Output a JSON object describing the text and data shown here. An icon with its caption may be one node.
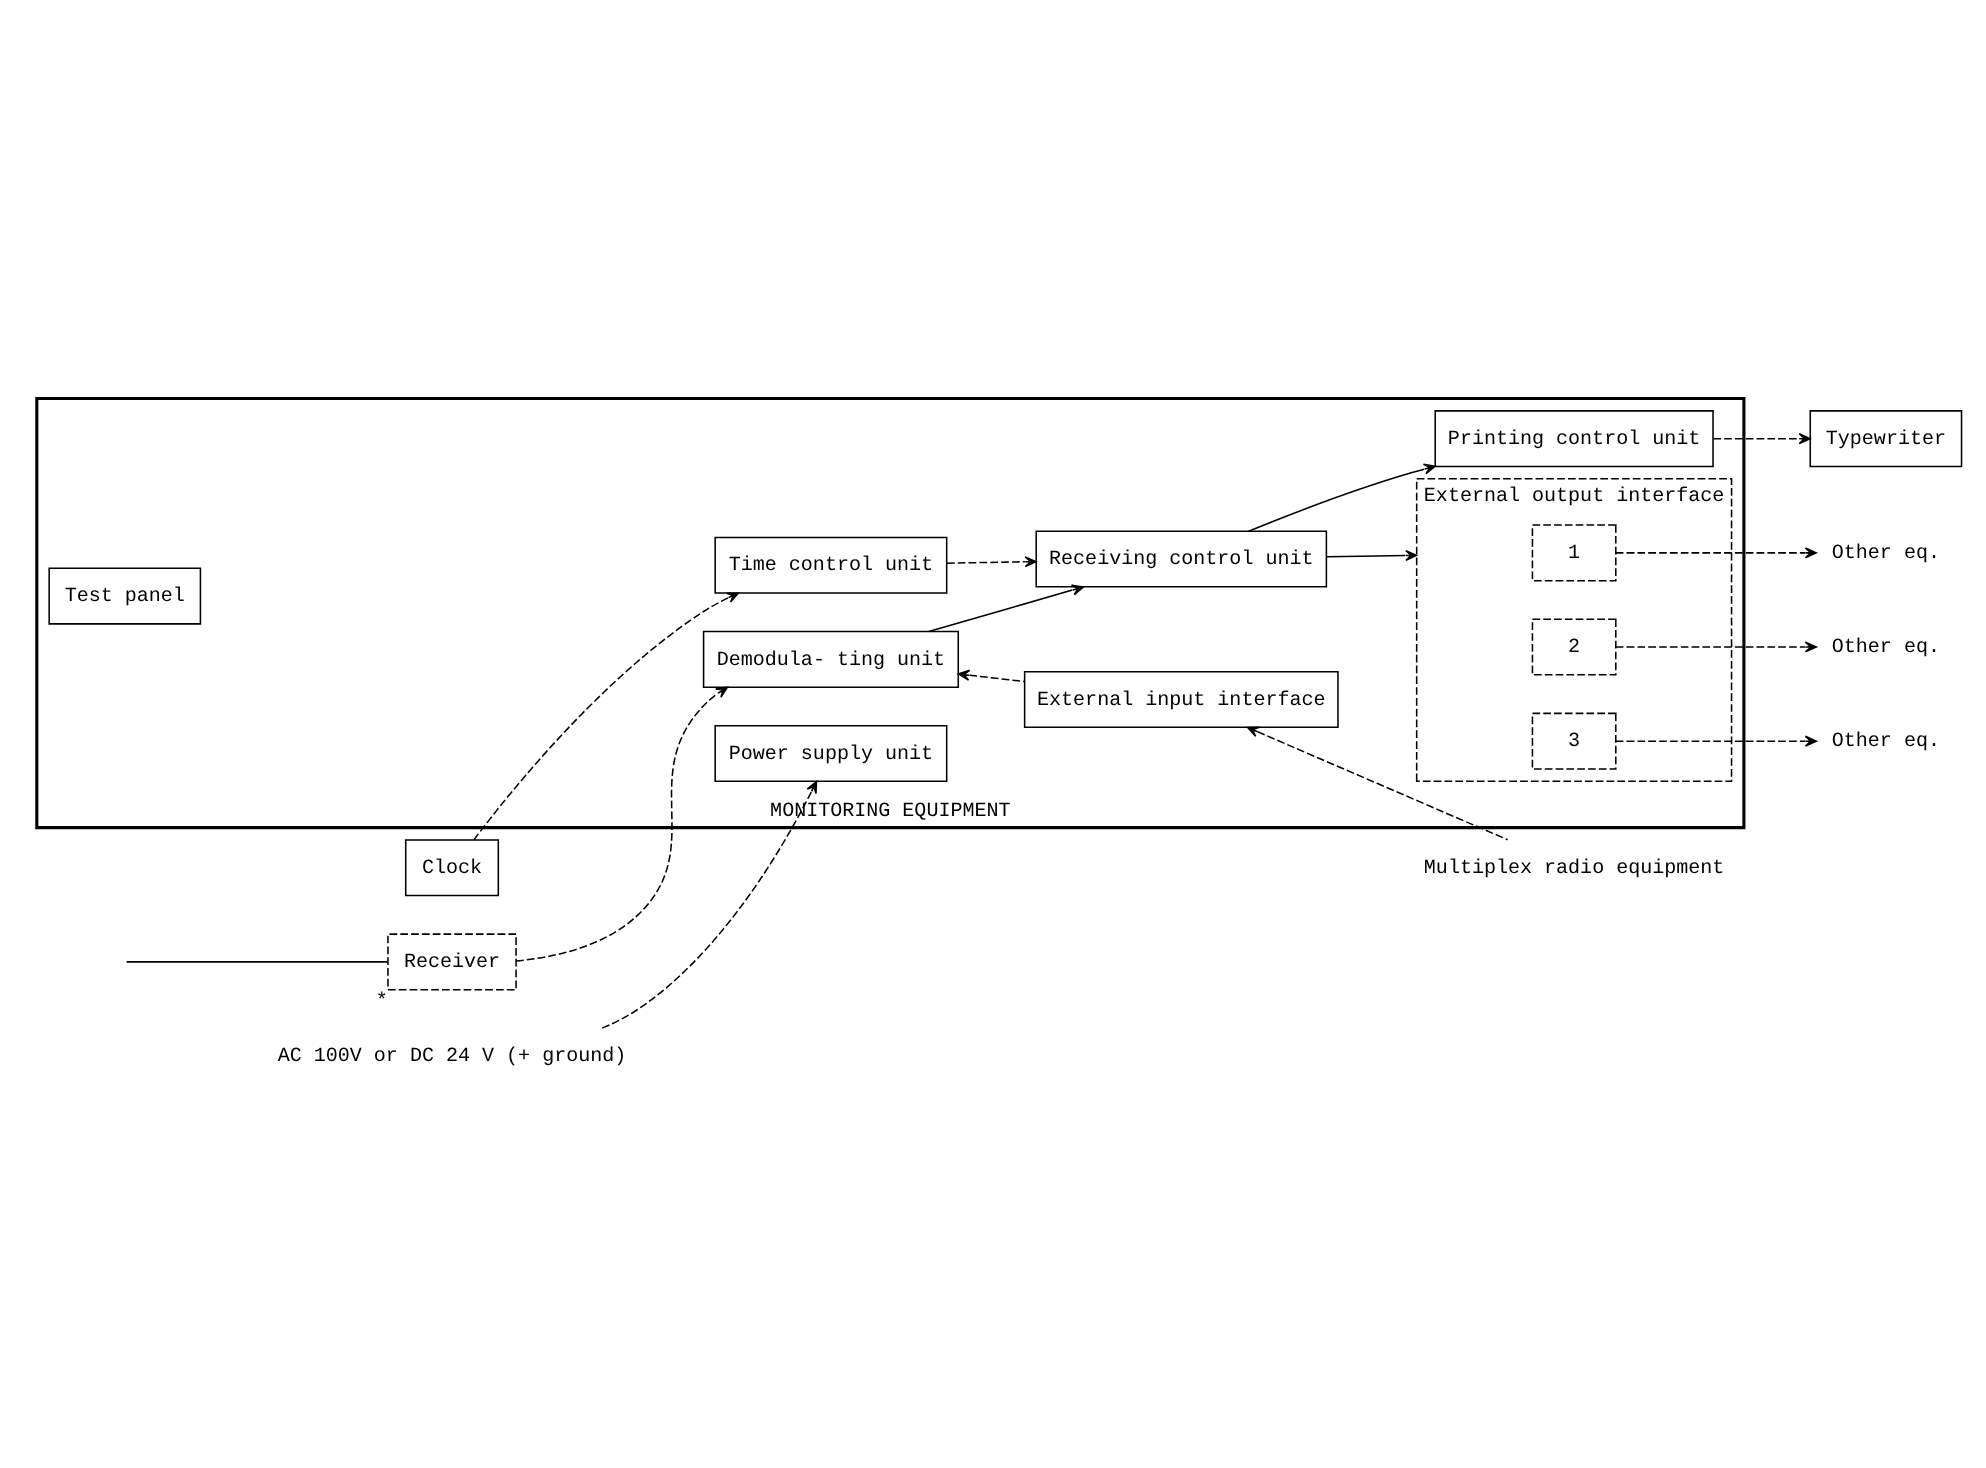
{
  "diagram": {
    "nodes": [
      {
        "text": [
          "MONITORING EQUIPMENT"
        ]
      },
      {
        "text": [
          "Receiver"
        ],
        "beside": [
          "*"
        ]
      },
      {
        "text": [
          "Demodula- ting unit"
        ],
        "in": 0
      },
      {
        "text": [
          "External input interface"
        ],
        "in": 0
      },
      {
        "text": [
          "Multiplex radio equipment"
        ]
      },
      {
        "text": [
          "Test panel"
        ],
        "in": 0
      },
      {
        "text": [
          "Clock"
        ]
      },
      {
        "text": [
          "Time control unit"
        ],
        "in": 0
      },
      {
        "text": [
          "Receiving control unit"
        ],
        "in": 0
      },
      {
        "text": [
          "Printing control unit"
        ],
        "in": 0
      },
      {
        "text": [
          "Typewriter"
        ]
      },
      {
        "text": [
          "AC 100V or DC 24 V (+ ground)"
        ]
      },
      {
        "text": [
          "Power supply unit"
        ],
        "in": 0
      },
      {
        "text": [
          "External output interface"
        ],
        "in": 0
      },
      {
        "text": [
          "1"
        ],
        "in": 13
      },
      {
        "text": [
          "2"
        ],
        "in": 13
      },
      {
        "text": [
          "3"
        ],
        "in": 13
      },
      {
        "text": [
          "Other eq."
        ]
      },
      {
        "text": [
          "Other eq."
        ]
      },
      {
        "text": [
          "Other eq."
        ]
      }
    ],
    "edges": [
      {
        "from": null,
        "to": 1,
        "arrow": "none"
      },
      {
        "from": 1,
        "to": 2,
        "arrow": "to",
        "style": "dashed"
      },
      {
        "from": 4,
        "to": 3,
        "arrow": "to",
        "style": "dashed"
      },
      {
        "from": 3,
        "to": 2,
        "arrow": "to",
        "style": "dashed"
      },
      {
        "from": 2,
        "to": 8,
        "arrow": "to"
      },
      {
        "from": 6,
        "to": 7,
        "arrow": "to",
        "style": "dashed"
      },
      {
        "from": 7,
        "to": 8,
        "arrow": "to",
        "style": "dashed"
      },
      {
        "from": 8,
        "to": 9,
        "arrow": "to"
      },
      {
        "from": 8,
        "to": 13,
        "arrow": "to"
      },
      {
        "from": 9,
        "to": 10,
        "arrow": "to",
        "style": "dashed"
      },
      {
        "from": 11,
        "to": 12,
        "arrow": "to",
        "style": "dashed"
      },
      {
        "from": 14,
        "to": 17,
        "arrow": "to",
        "style": "dashed"
      },
      {
        "from": 15,
        "to": 18,
        "arrow": "to",
        "style": "dashed"
      },
      {
        "from": 16,
        "to": 19,
        "arrow": "to",
        "style": "dashed"
      }
    ]
  }
}
